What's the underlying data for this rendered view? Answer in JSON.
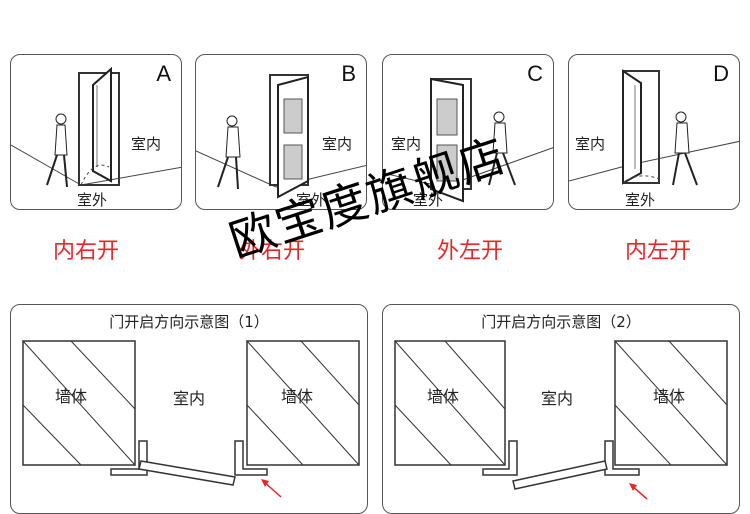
{
  "panels": [
    {
      "letter": "A",
      "label_inside": "室内",
      "label_outside": "室外",
      "caption": "内右开"
    },
    {
      "letter": "B",
      "label_inside": "室内",
      "label_outside": "室外",
      "caption": "外右开"
    },
    {
      "letter": "C",
      "label_inside": "室内",
      "label_outside": "室外",
      "caption": "外左开"
    },
    {
      "letter": "D",
      "label_inside": "室内",
      "label_outside": "室外",
      "caption": "内左开"
    }
  ],
  "watermark": "欧宝度旗舰店",
  "diagrams": [
    {
      "title": "门开启方向示意图（1）",
      "wall_left": "墙体",
      "center": "室内",
      "wall_right": "墙体"
    },
    {
      "title": "门开启方向示意图（2）",
      "wall_left": "墙体",
      "center": "室内",
      "wall_right": "墙体"
    }
  ],
  "colors": {
    "caption": "#e8262a",
    "arrow": "#e8262a",
    "line": "#333333"
  }
}
